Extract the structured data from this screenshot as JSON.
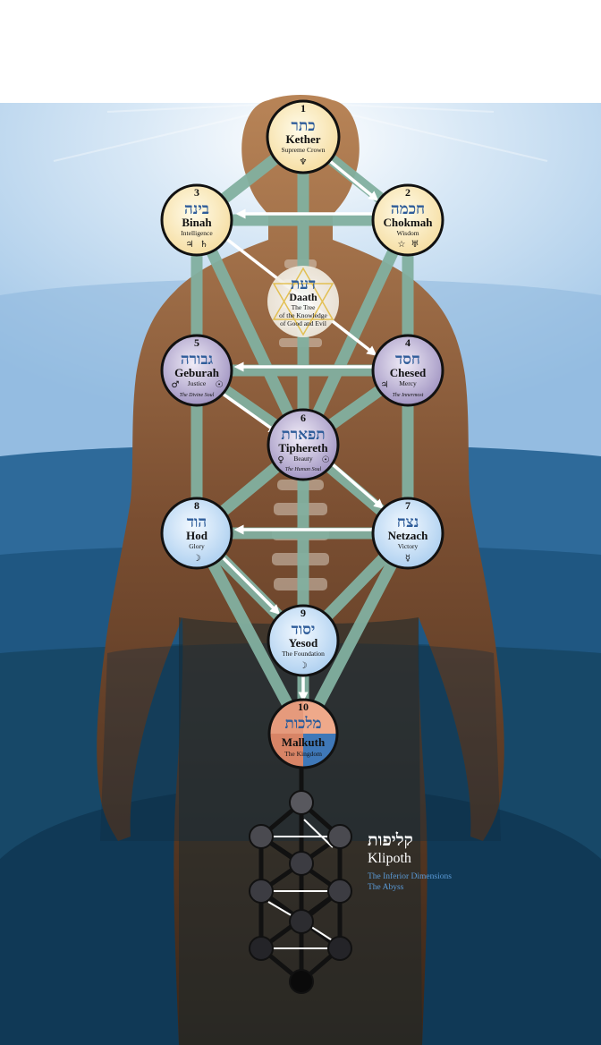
{
  "sephiroth": [
    {
      "number": "1",
      "hebrew": "כתר",
      "name": "Kether",
      "subtitle": "Supreme Crown",
      "symbol": "♆"
    },
    {
      "number": "2",
      "hebrew": "חכמה",
      "name": "Chokmah",
      "subtitle": "Wisdom",
      "symbol_left": "☆",
      "symbol_right": "♅"
    },
    {
      "number": "3",
      "hebrew": "בינה",
      "name": "Binah",
      "subtitle": "Intelligence",
      "symbol_left": "♃",
      "symbol_right": "♄"
    },
    {
      "number": "",
      "hebrew": "דעת",
      "name": "Daath",
      "subtitle": "The Tree",
      "subtitle2": "of the Knowledge",
      "subtitle3": "of Good and Evil"
    },
    {
      "number": "4",
      "hebrew": "חסד",
      "name": "Chesed",
      "subtitle": "Mercy",
      "soul": "The Innermost",
      "symbol_left": "♃"
    },
    {
      "number": "5",
      "hebrew": "גבורה",
      "name": "Geburah",
      "subtitle": "Justice",
      "soul": "The Divine Soul",
      "symbol_left": "♂",
      "symbol_right": "☉"
    },
    {
      "number": "6",
      "hebrew": "תפארת",
      "name": "Tiphereth",
      "subtitle": "Beauty",
      "soul": "The Human Soul",
      "symbol_left": "♀",
      "symbol_right": "☉"
    },
    {
      "number": "7",
      "hebrew": "נצח",
      "name": "Netzach",
      "subtitle": "Victory",
      "symbol": "☿"
    },
    {
      "number": "8",
      "hebrew": "הוד",
      "name": "Hod",
      "subtitle": "Glory",
      "symbol": "☽"
    },
    {
      "number": "9",
      "hebrew": "יסוד",
      "name": "Yesod",
      "subtitle": "The Foundation",
      "symbol": "☽"
    },
    {
      "number": "10",
      "hebrew": "מלכות",
      "name": "Malkuth",
      "subtitle": "The Kingdom"
    }
  ],
  "klipoth": {
    "hebrew": "קליפות",
    "title": "Klipoth",
    "line1": "The Inferior Dimensions",
    "line2": "The Abyss"
  },
  "colors": {
    "path": "#82b0a0",
    "sephira_light": "#fdf0c8",
    "sephira_purple": "#c6bedc",
    "sephira_blue": "#d2e6f8",
    "hebrew": "#2f5d9a",
    "malkuth_orange": "#e59a7c",
    "malkuth_blue": "#3f78b8",
    "klipoth_blue": "#5a9ad6"
  }
}
